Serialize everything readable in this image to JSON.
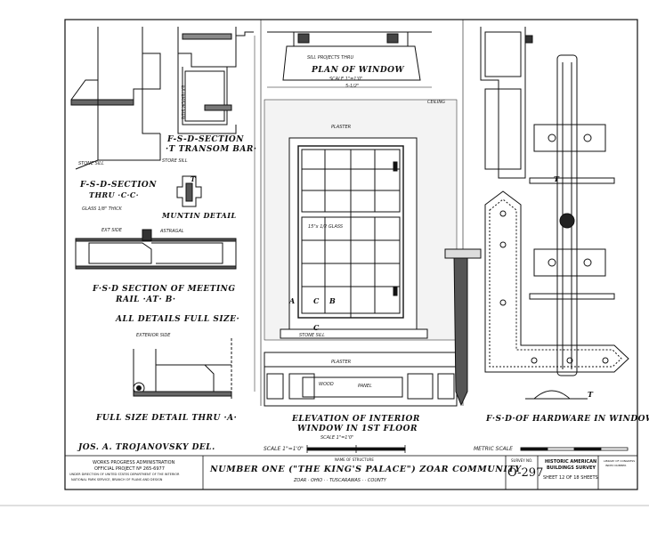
{
  "drawing_labels": {
    "fsd_section_transom": "F-S-D-SECTION",
    "fsd_section_transom_2": "·T TRANSOM BAR·",
    "fsd_section_cc": "F-S-D-SECTION",
    "fsd_section_cc_2": "THRU ·C·C·",
    "glass_note": "GLASS 1/8\" THICK",
    "muntin_detail": "MUNTIN DETAIL",
    "meeting_rail": "F·S·D SECTION OF MEETING",
    "meeting_rail_2": "RAIL ·AT· B·",
    "all_details": "ALL DETAILS FULL SIZE·",
    "exterior_side": "EXTERIOR SIDE",
    "full_size_detail": "FULL SIZE DETAIL THRU ·A·",
    "plan_of_window": "PLAN OF WINDOW",
    "plan_scale": "SCALE 1\"=1'0\"",
    "sill_projects": "SILL PROJECTS THRU",
    "ceiling": "CEILING",
    "plaster_top": "PLASTER",
    "plaster_bottom": "PLASTER",
    "glass_size": "15\"x 1/2 GLASS",
    "stone_sill": "STONE SILL",
    "store_sill": "STORE SILL",
    "wood_panel_1": "WOOD",
    "wood_panel_2": "PANEL",
    "elevation_title": "ELEVATION OF INTERIOR",
    "elevation_title_2": "WINDOW IN 1ST FLOOR",
    "elevation_scale": "SCALE 1\"=1'0\"",
    "hardware_title": "F·S·D·OF HARDWARE IN WINDOW",
    "section_a": "A",
    "section_b": "B",
    "section_c": "C",
    "section_c2": "C",
    "muntin_t": "T",
    "hardware_t": "T",
    "hardware_t2": "T",
    "ext_side": "EXT SIDE",
    "astragal": "ASTRAGAL",
    "stone_sill_left": "STONE SILL",
    "stone_sill_mid": "STONE SILL",
    "exterior_side_vert": "EXTERIOR SIDE",
    "dim_sill": "5-1/2\""
  },
  "delineator": "JOS. A. TROJANOVSKY  DEL.",
  "scale_bar_label": "SCALE 1\"=1'0\"",
  "metric_scale_label": "METRIC SCALE",
  "title_block": {
    "wpa_line1": "WORKS PROGRESS ADMINISTRATION",
    "wpa_line2": "OFFICIAL PROJECT Nº 265-6977",
    "wpa_line3": "UNDER DIRECTION OF UNITED STATES DEPARTMENT OF THE INTERIOR",
    "wpa_line4": "NATIONAL PARK SERVICE, BRANCH OF PLANS AND DESIGN",
    "name_of_structure_label": "NAME OF STRUCTURE",
    "structure_name": "NUMBER ONE (\"THE KING'S PALACE\") ZOAR COMMUNITY",
    "location": "ZOAR · OHIO · · TUSCARAWAS · · COUNTY",
    "survey_no_label": "SURVEY NO.",
    "survey_no": "O-297",
    "habs_line1": "HISTORIC AMERICAN",
    "habs_line2": "BUILDINGS SURVEY",
    "sheet_text": "SHEET 12 OF 18 SHEETS",
    "loc_line1": "LIBRARY OF CONGRESS",
    "loc_line2": "INDEX NUMBER"
  }
}
